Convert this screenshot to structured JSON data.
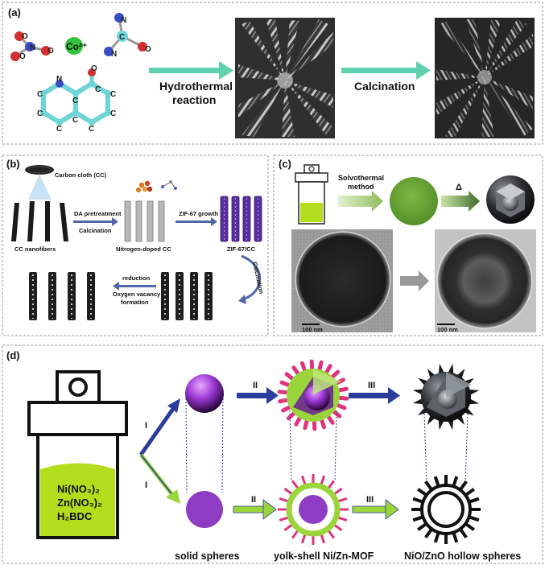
{
  "panel_a": {
    "label": "(a)",
    "co_ion": "Co²⁺",
    "arrow1_line1": "Hydrothermal",
    "arrow1_line2": "reaction",
    "arrow2": "Calcination",
    "atoms": {
      "n": "N",
      "o": "O",
      "c": "C"
    }
  },
  "panel_b": {
    "label": "(b)",
    "carbon_cloth": "Carbon cloth (CC)",
    "cc_nanofibers": "CC nanofibers",
    "step1_line1": "DA pretreatment",
    "step1_line2": "Calcination",
    "nitrogen_doped": "Nitrogen-doped CC",
    "step2": "ZIF-67 growth",
    "zif_cc": "ZIF-67/CC",
    "step3": "Calcination",
    "step4_line1": "reduction",
    "step4_line2": "Oxygen vacancy",
    "step4_line3": "formation"
  },
  "panel_c": {
    "label": "(c)",
    "method_line1": "Solvothermal",
    "method_line2": "method",
    "delta": "Δ",
    "scale_left": "100 nm",
    "scale_right": "100 nm"
  },
  "panel_d": {
    "label": "(d)",
    "reagent1": "Ni(NO₃)₂",
    "reagent2": "Zn(NO₃)₂",
    "reagent3": "H₂BDC",
    "step_i": "I",
    "step_ii": "II",
    "step_iii": "III",
    "caption1": "solid spheres",
    "caption2": "yolk-shell Ni/Zn-MOF",
    "caption3": "NiO/ZnO hollow spheres"
  },
  "colors": {
    "teal_arrow": "#5fd1ae",
    "ring_cyan": "#6fd4d6",
    "mof_green": "#9ad53b",
    "mof_purple": "#8f3cc4",
    "spike_magenta": "#e0337f",
    "flow_blue": "#2b3d9c",
    "solution_green": "#b4dd1e",
    "cobalt_green": "#33c23a"
  }
}
